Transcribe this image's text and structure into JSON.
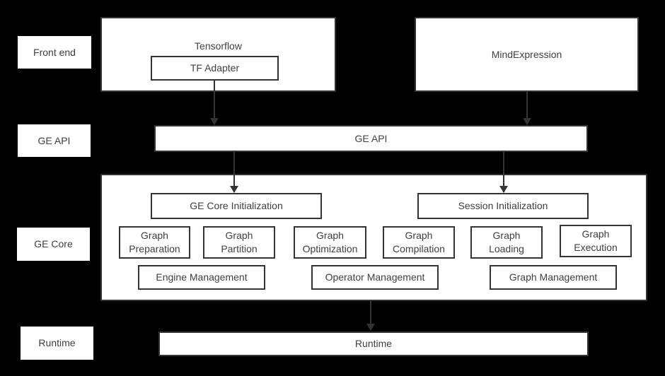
{
  "colors": {
    "background": "#000000",
    "node_fill": "#ffffff",
    "node_border": "#333333",
    "text": "#404040",
    "arrow": "#333333"
  },
  "layer_labels": {
    "front_end": "Front end",
    "ge_api": "GE API",
    "ge_core": "GE Core",
    "runtime": "Runtime"
  },
  "nodes": {
    "tensorflow": "Tensorflow",
    "tf_adapter": "TF Adapter",
    "mindexpression": "MindExpression",
    "ge_api": "GE API",
    "ge_core_initialization": "GE Core Initialization",
    "session_initialization": "Session Initialization",
    "graph_preparation": "Graph Preparation",
    "graph_partition": "Graph Partition",
    "graph_optimization": "Graph Optimization",
    "graph_compilation": "Graph Compilation",
    "graph_loading": "Graph Loading",
    "graph_execution": "Graph Execution",
    "engine_management": "Engine Management",
    "operator_management": "Operator Management",
    "graph_management": "Graph Management",
    "runtime": "Runtime"
  }
}
